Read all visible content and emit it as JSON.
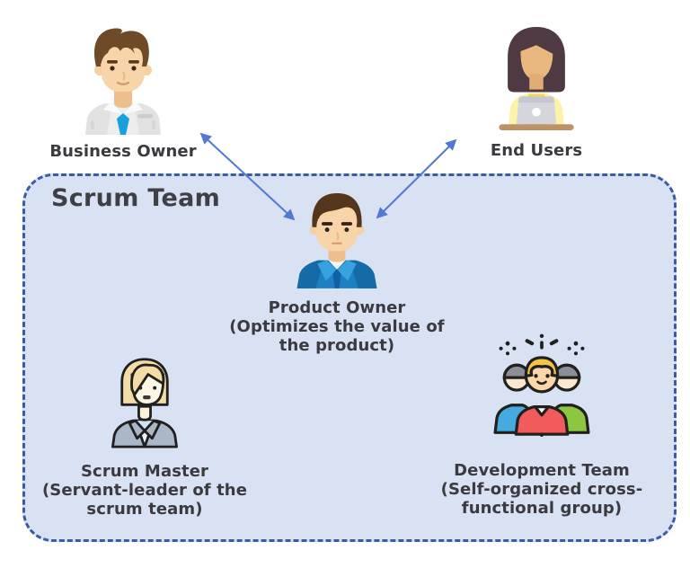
{
  "scrum_team": {
    "title": "Scrum Team"
  },
  "nodes": {
    "business_owner": {
      "label": "Business Owner"
    },
    "end_users": {
      "label": "End Users"
    },
    "product_owner": {
      "label": "Product Owner",
      "sublabel": "(Optimizes the value of the product)"
    },
    "scrum_master": {
      "label": "Scrum Master",
      "sublabel": "(Servant-leader of the scrum team)"
    },
    "development_team": {
      "label": "Development Team",
      "sublabel": "(Self-organized cross-functional group)"
    }
  },
  "arrows": [
    {
      "from": "Business Owner",
      "to": "Product Owner",
      "bidirectional": true
    },
    {
      "from": "End Users",
      "to": "Product Owner",
      "bidirectional": true
    }
  ],
  "colors": {
    "scrum_box_fill": "#d9e2f3",
    "scrum_box_border": "#3a5ca8",
    "arrow": "#5377d6",
    "label_text": "#3a3a3f"
  }
}
